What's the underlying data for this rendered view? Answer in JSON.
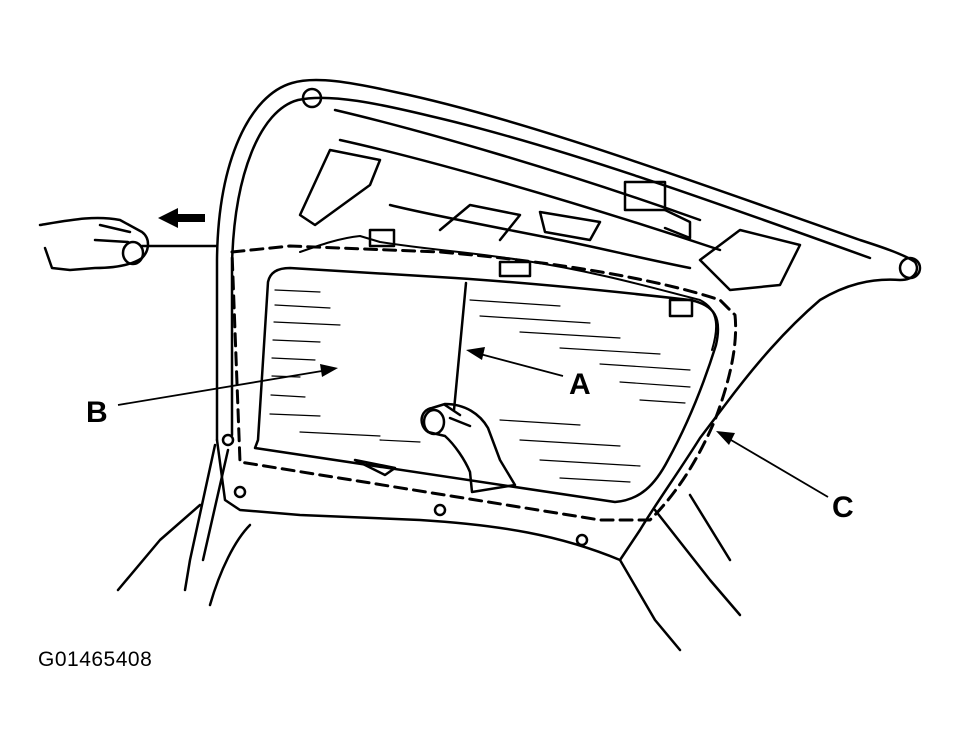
{
  "figure": {
    "callouts": {
      "a": "A",
      "b": "B",
      "c": "C"
    },
    "figure_id": "G01465408"
  },
  "colors": {
    "ink": "#000000",
    "paper": "#ffffff"
  }
}
